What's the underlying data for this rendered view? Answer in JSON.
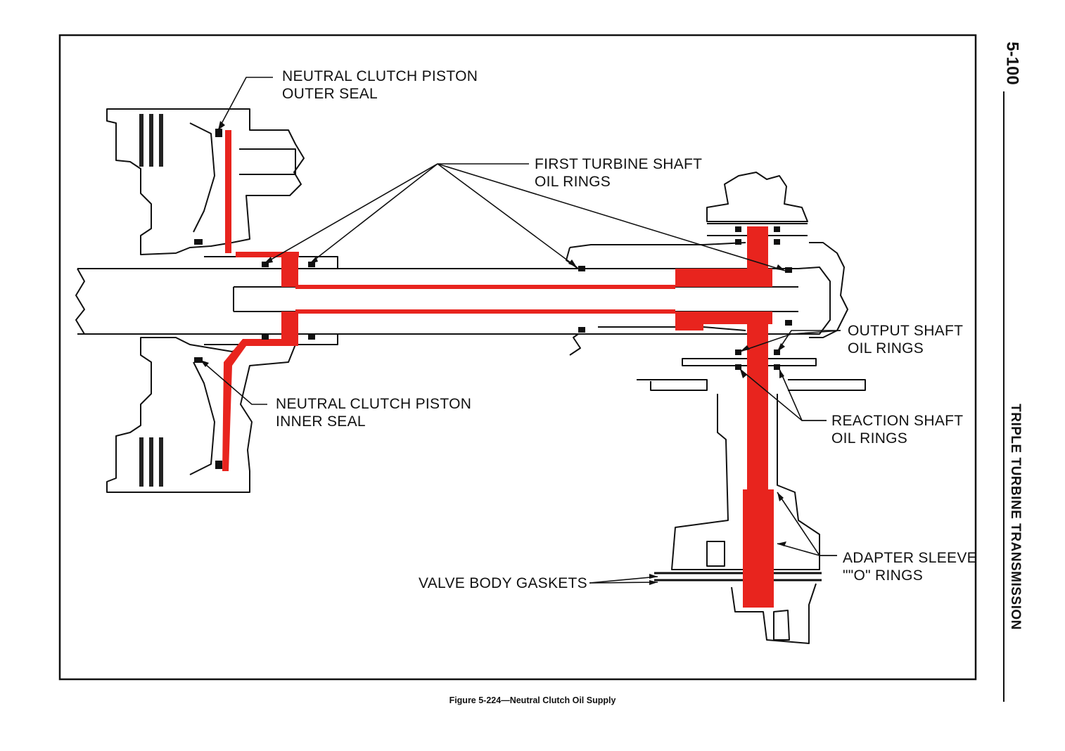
{
  "page_number": "5-100",
  "side_title": "TRIPLE TURBINE TRANSMISSION",
  "caption": "Figure 5-224—Neutral Clutch Oil Supply",
  "colors": {
    "oil_path": "#e8241e",
    "line": "#111111",
    "paper": "#ffffff"
  },
  "labels": {
    "outer_seal": [
      "NEUTRAL CLUTCH PISTON",
      "OUTER SEAL"
    ],
    "turbine_rings": [
      "FIRST TURBINE SHAFT",
      "OIL RINGS"
    ],
    "output_rings": [
      "OUTPUT SHAFT",
      "OIL RINGS"
    ],
    "inner_seal": [
      "NEUTRAL CLUTCH PISTON",
      "INNER SEAL"
    ],
    "reaction_rings": [
      "REACTION SHAFT",
      "OIL RINGS"
    ],
    "adapter_rings": [
      "ADAPTER SLEEVE",
      "\"\"O\" RINGS"
    ],
    "gaskets": "VALVE BODY GASKETS"
  }
}
